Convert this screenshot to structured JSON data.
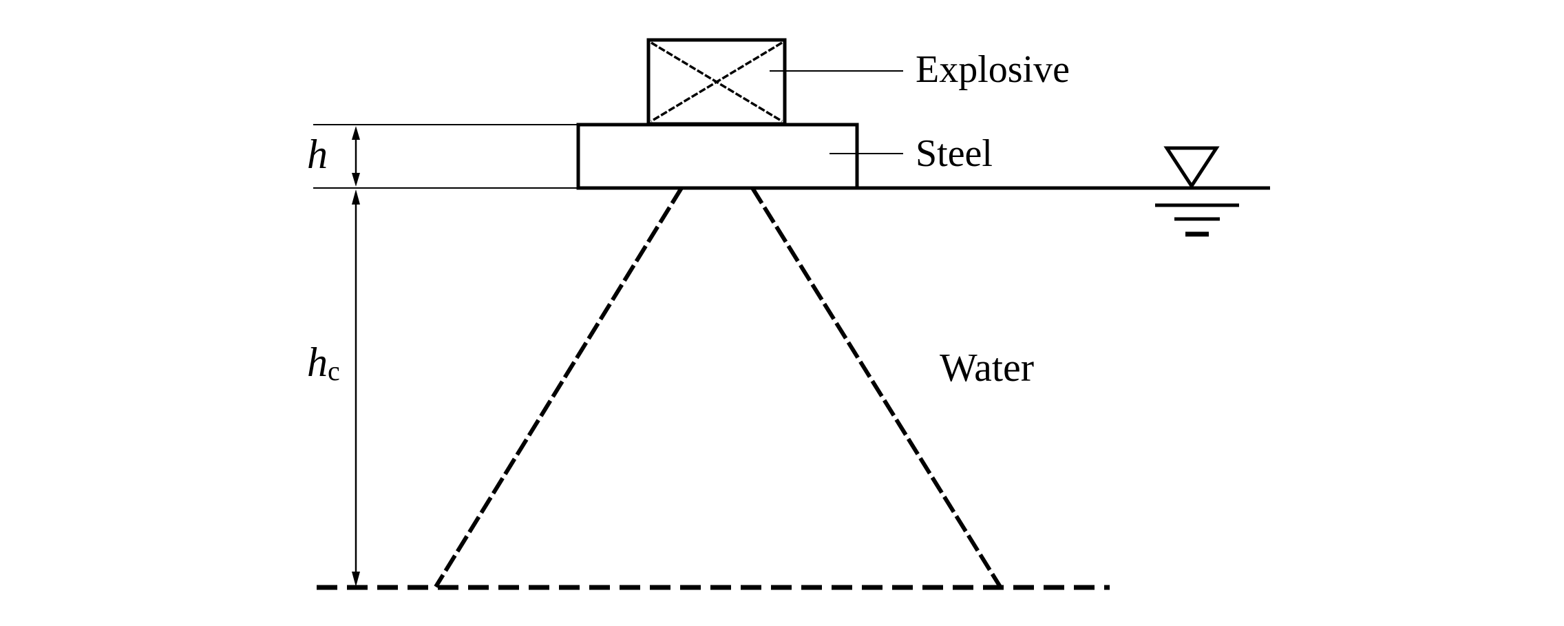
{
  "labels": {
    "explosive": "Explosive",
    "steel": "Steel",
    "water": "Water",
    "h": "h",
    "hc_main": "h",
    "hc_sub": "c"
  },
  "colors": {
    "ink": "#000000",
    "background": "#ffffff"
  }
}
